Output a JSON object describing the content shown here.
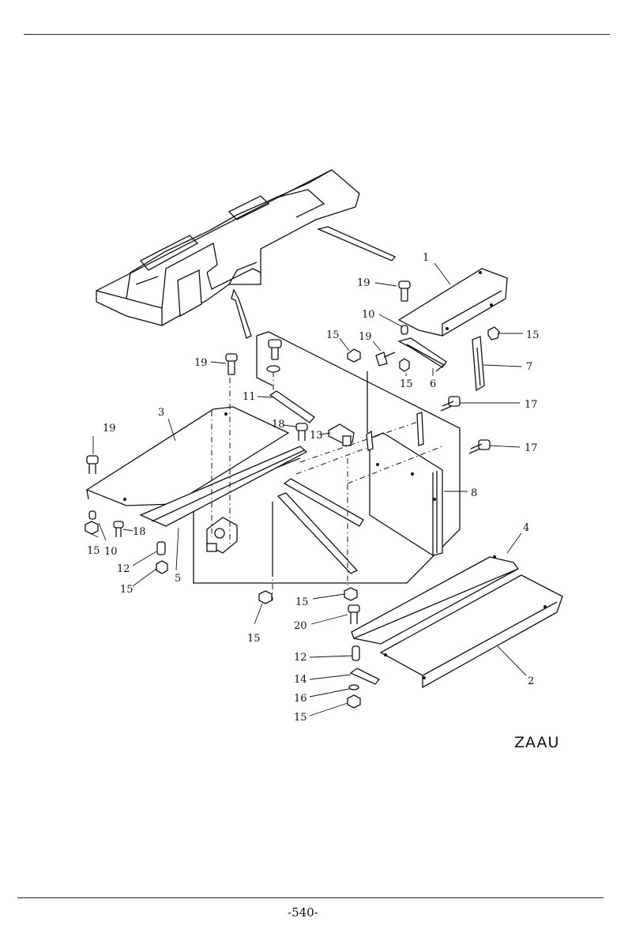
{
  "drawing_code": "ZAAU",
  "page_number": "-540-",
  "callouts": [
    {
      "id": "c1",
      "text": "1"
    },
    {
      "id": "c2",
      "text": "2"
    },
    {
      "id": "c3",
      "text": "3"
    },
    {
      "id": "c4",
      "text": "4"
    },
    {
      "id": "c5",
      "text": "5"
    },
    {
      "id": "c6",
      "text": "6"
    },
    {
      "id": "c7",
      "text": "7"
    },
    {
      "id": "c8",
      "text": "8"
    },
    {
      "id": "c10a",
      "text": "10"
    },
    {
      "id": "c10b",
      "text": "10"
    },
    {
      "id": "c11",
      "text": "11"
    },
    {
      "id": "c12a",
      "text": "12"
    },
    {
      "id": "c12b",
      "text": "12"
    },
    {
      "id": "c13",
      "text": "13"
    },
    {
      "id": "c14",
      "text": "14"
    },
    {
      "id": "c15a",
      "text": "15"
    },
    {
      "id": "c15b",
      "text": "15"
    },
    {
      "id": "c15c",
      "text": "15"
    },
    {
      "id": "c15d",
      "text": "15"
    },
    {
      "id": "c15e",
      "text": "15"
    },
    {
      "id": "c15f",
      "text": "15"
    },
    {
      "id": "c15g",
      "text": "15"
    },
    {
      "id": "c15h",
      "text": "15"
    },
    {
      "id": "c16",
      "text": "16"
    },
    {
      "id": "c17a",
      "text": "17"
    },
    {
      "id": "c17b",
      "text": "17"
    },
    {
      "id": "c18a",
      "text": "18"
    },
    {
      "id": "c18b",
      "text": "18"
    },
    {
      "id": "c19a",
      "text": "19"
    },
    {
      "id": "c19b",
      "text": "19"
    },
    {
      "id": "c19c",
      "text": "19"
    },
    {
      "id": "c19d",
      "text": "19"
    },
    {
      "id": "c20",
      "text": "20"
    }
  ]
}
